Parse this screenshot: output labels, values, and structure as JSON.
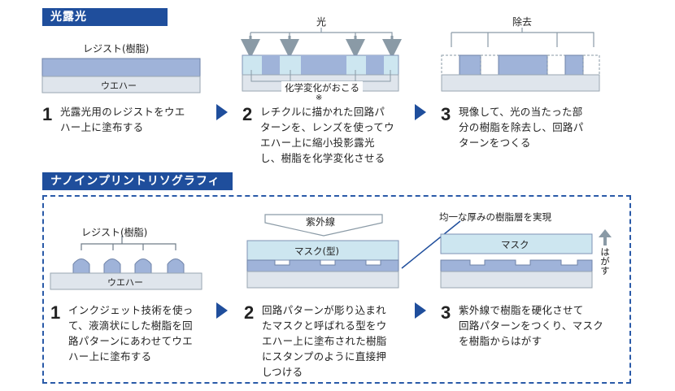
{
  "sections": {
    "photo": {
      "title": "光露光",
      "step1": {
        "number": "1",
        "resist_label": "レジスト(樹脂)",
        "wafer_label": "ウエハー",
        "text": [
          "光露光用のレジストをウエ",
          "ハー上に塗布する"
        ]
      },
      "step2": {
        "number": "2",
        "light_label": "光",
        "chem_label": "化学変化がおこる",
        "note_mark": "※",
        "text": [
          "レチクルに描かれた回路パ",
          "ターンを、レンズを使ってウ",
          "エハー上に縮小投影露光",
          "し、樹脂を化学変化させる"
        ]
      },
      "step3": {
        "number": "3",
        "remove_label": "除去",
        "text": [
          "現像して、光の当たった部",
          "分の樹脂を除去し、回路パ",
          "ターンをつくる"
        ]
      }
    },
    "nano": {
      "title": "ナノインプリントリソグラフィ",
      "step1": {
        "number": "1",
        "resist_label": "レジスト(樹脂)",
        "wafer_label": "ウエハー",
        "text": [
          "インクジェット技術を使っ",
          "て、液滴状にした樹脂を回",
          "路パターンにあわせてウエ",
          "ハー上に塗布する"
        ]
      },
      "step2": {
        "number": "2",
        "uv_label": "紫外線",
        "mask_label": "マスク(型)",
        "text": [
          "回路パターンが彫り込まれ",
          "たマスクと呼ばれる型をウ",
          "エハー上に塗布された樹脂",
          "にスタンプのように直接押",
          "しつける"
        ]
      },
      "step3": {
        "number": "3",
        "callout": "均一な厚みの樹脂層を実現",
        "mask_label": "マスク",
        "peel_label": "はがす",
        "text": [
          "紫外線で樹脂を硬化させて",
          "回路パターンをつくり、マスク",
          "を樹脂からはがす"
        ]
      }
    }
  },
  "colors": {
    "accent": "#1f4e9c",
    "resin": "#9fb3d9",
    "wafer": "#dfe5ec",
    "mask": "#cde6f0",
    "arrow_gray": "#8a9aa6",
    "dashed_frame": "#2a5aa8"
  }
}
